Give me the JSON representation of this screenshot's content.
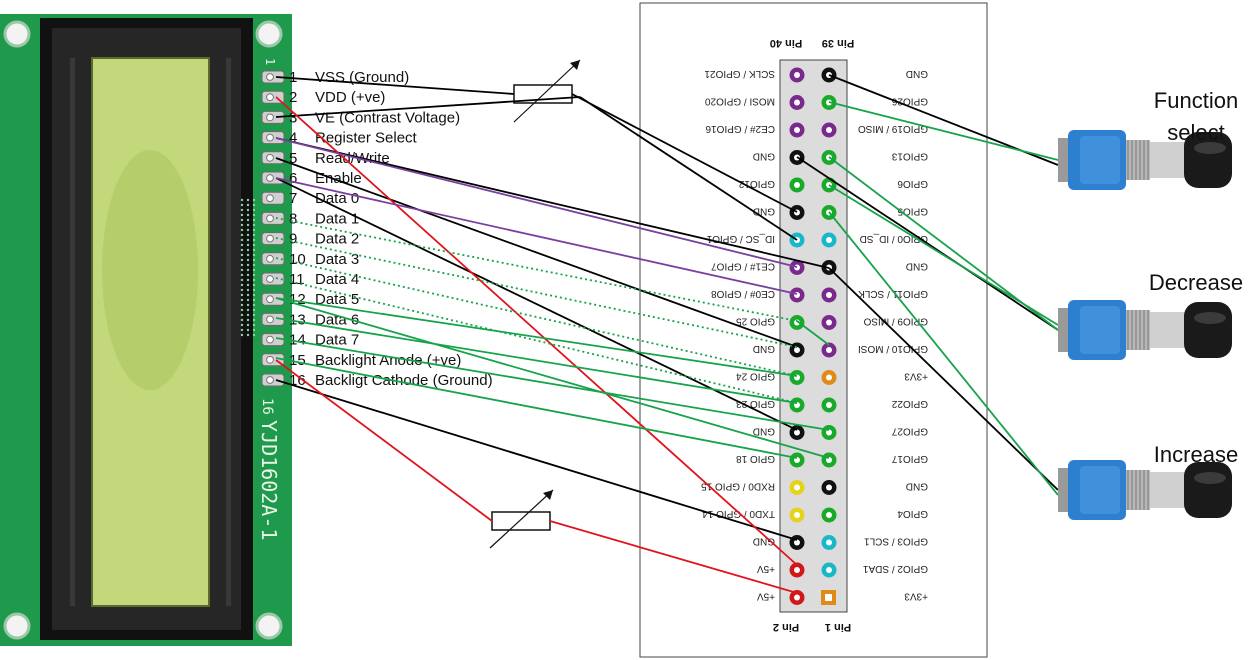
{
  "lcd": {
    "model": "YJD1602A-1",
    "pin_mark_first": "1",
    "pin_mark_last": "16",
    "pins": [
      {
        "num": "1",
        "name": "VSS (Ground)"
      },
      {
        "num": "2",
        "name": "VDD (+ve)"
      },
      {
        "num": "3",
        "name": "VE (Contrast Voltage)"
      },
      {
        "num": "4",
        "name": "Register Select"
      },
      {
        "num": "5",
        "name": "Read/Write"
      },
      {
        "num": "6",
        "name": "Enable"
      },
      {
        "num": "7",
        "name": "Data 0"
      },
      {
        "num": "8",
        "name": "Data 1"
      },
      {
        "num": "9",
        "name": "Data 2"
      },
      {
        "num": "10",
        "name": "Data 3"
      },
      {
        "num": "11",
        "name": "Data 4"
      },
      {
        "num": "12",
        "name": "Data 5"
      },
      {
        "num": "13",
        "name": "Data 6"
      },
      {
        "num": "14",
        "name": "Data 7"
      },
      {
        "num": "15",
        "name": "Backlight Anode (+ve)"
      },
      {
        "num": "16",
        "name": "Backligt Cathode (Ground)"
      }
    ]
  },
  "header": {
    "title_left": "Pin 40",
    "title_right": "Pin 39",
    "footer_left": "Pin 2",
    "footer_right": "Pin 1",
    "rows": [
      {
        "left": "SCLK / GPIO21",
        "right": "GND"
      },
      {
        "left": "MOSI / GPIO20",
        "right": "GPIO26"
      },
      {
        "left": "CE2# / GPIO16",
        "right": "GPIO19 / MISO"
      },
      {
        "left": "GND",
        "right": "GPIO13"
      },
      {
        "left": "GPIO12",
        "right": "GPIO6"
      },
      {
        "left": "GND",
        "right": "GPIO5"
      },
      {
        "left": "ID_SC / GPIO1",
        "right": "GPIO0 / ID_SD"
      },
      {
        "left": "CE1# / GPIO7",
        "right": "GND"
      },
      {
        "left": "CE0# / GPIO8",
        "right": "GPIO11 / SCLK"
      },
      {
        "left": "GPIO 25",
        "right": "GPIO9 / MISO"
      },
      {
        "left": "GND",
        "right": "GPIO10 / MOSI"
      },
      {
        "left": "GPIO 24",
        "right": "+3V3"
      },
      {
        "left": "GPIO 23",
        "right": "GPIO22"
      },
      {
        "left": "GND",
        "right": "GPIO27"
      },
      {
        "left": "GPIO 18",
        "right": "GPIO17"
      },
      {
        "left": "RXD0 / GPIO 15",
        "right": "GND"
      },
      {
        "left": "TXD0 / GPIO 14",
        "right": "GPIO4"
      },
      {
        "left": "GND",
        "right": "GPIO3 / SCL1"
      },
      {
        "left": "+5V",
        "right": "GPIO2 / SDA1"
      },
      {
        "left": "+5V",
        "right": "+3V3"
      }
    ]
  },
  "buttons": [
    {
      "line1": "Function",
      "line2": "select"
    },
    {
      "line1": "Decrease",
      "line2": ""
    },
    {
      "line1": "Increase",
      "line2": ""
    }
  ],
  "colors": {
    "pcb": "#1f9a4c",
    "lcd_screen": "#c3d87a",
    "wire_black": "#000000",
    "wire_red": "#e0141c",
    "wire_green": "#16a34a",
    "wire_purple": "#7b3fa0",
    "pin_gnd": "#111111",
    "pin_gpio": "#1aaa2a",
    "pin_special": "#7a2a8c",
    "pin_power5": "#d01818",
    "pin_power3": "#e08a18",
    "pin_uart": "#e6d21a",
    "pin_id": "#18b8c8",
    "button_body": "#2d7fd0",
    "button_cap": "#1a1a1a"
  }
}
